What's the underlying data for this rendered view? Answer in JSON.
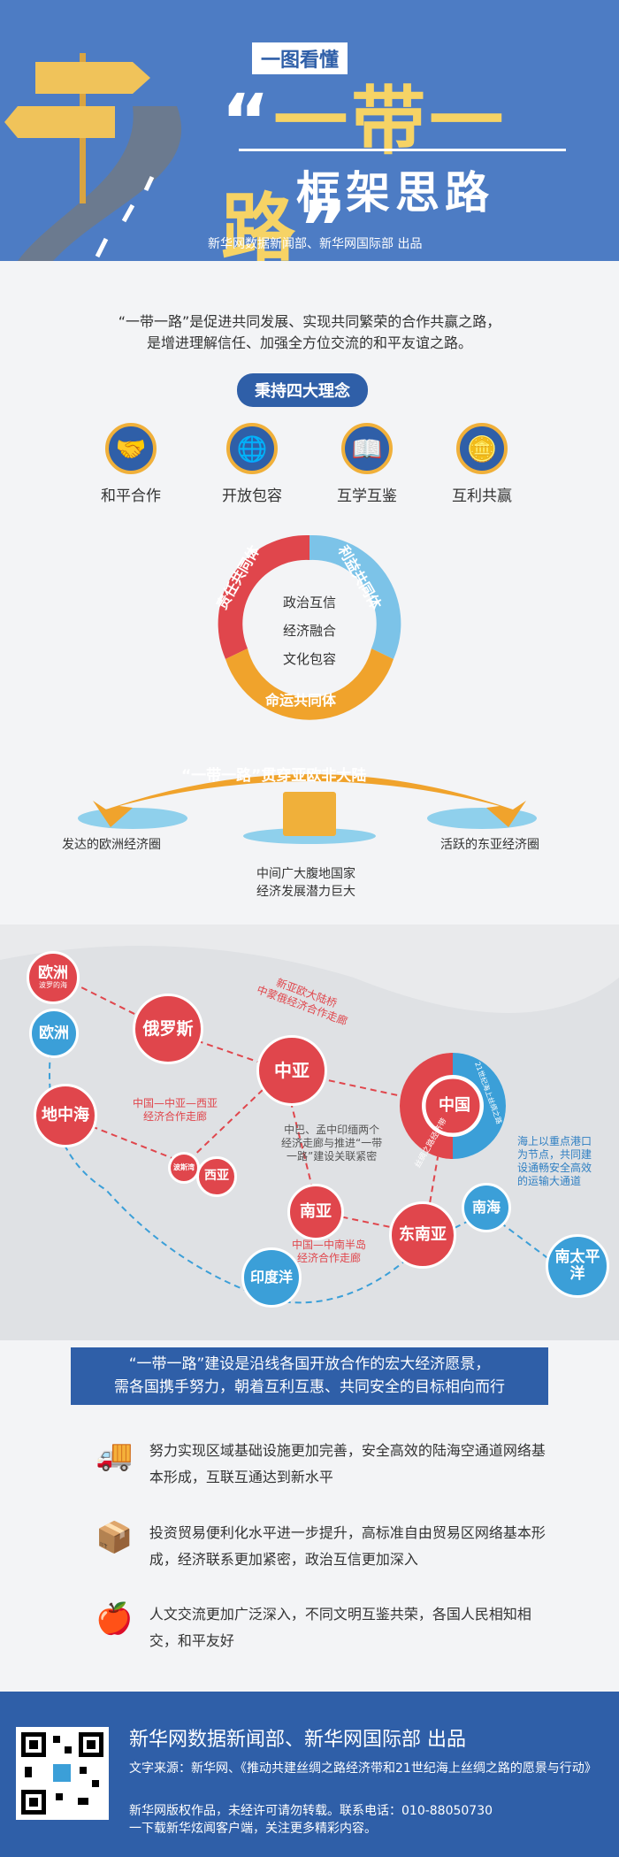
{
  "header": {
    "tag": "一图看懂",
    "title": "一带一路",
    "quote_open": "“",
    "quote_close": "”",
    "subtitle": "框架思路",
    "credit": "新华网数据新闻部、新华网国际部   出品"
  },
  "intro": {
    "line1": "“一带一路”是促进共同发展、实现共同繁荣的合作共赢之路，",
    "line2": "是增进理解信任、加强全方位交流的和平友谊之路。"
  },
  "ideas": {
    "heading": "秉持四大理念",
    "items": [
      {
        "label": "和平合作",
        "icon": "handshake-icon",
        "glyph": "🤝"
      },
      {
        "label": "开放包容",
        "icon": "globe-icon",
        "glyph": "🌐"
      },
      {
        "label": "互学互鉴",
        "icon": "book-icon",
        "glyph": "📖"
      },
      {
        "label": "互利共赢",
        "icon": "coins-icon",
        "glyph": "🪙"
      }
    ]
  },
  "ring": {
    "seg_responsibility": "责任共同体",
    "seg_interest": "利益共同体",
    "seg_destiny": "命运共同体",
    "center": [
      "政治互信",
      "经济融合",
      "文化包容"
    ],
    "colors": {
      "red": "#e0464c",
      "blue": "#7cc3e8",
      "orange": "#f0a32c"
    }
  },
  "arc": {
    "label": "“一带一路”贯穿亚欧非大陆",
    "left": "发达的欧洲经济圈",
    "right": "活跃的东亚经济圈",
    "middle_line1": "中间广大腹地国家",
    "middle_line2": "经济发展潜力巨大"
  },
  "map": {
    "nodes": {
      "europe_baltic": "欧洲",
      "europe_baltic_sub": "波罗的海",
      "russia": "俄罗斯",
      "europe": "欧洲",
      "mediterranean": "地中海",
      "central_asia": "中亚",
      "china": "中国",
      "persian_gulf": "波斯湾",
      "west_asia": "西亚",
      "south_asia": "南亚",
      "southeast_asia": "东南亚",
      "south_china_sea": "南海",
      "indian_ocean": "印度洋",
      "south_pacific": "南太平洋"
    },
    "ring_belt": "丝绸之路经济带",
    "ring_road": "21世纪海上丝绸之路",
    "label_bridge": "新亚欧大陆桥\n中蒙俄经济合作走廊",
    "label_cawa": "中国—中亚—西亚\n经济合作走廊",
    "label_cpec": "中巴、孟中印缅两个\n经济走廊与推进“一带\n一路”建设关联紧密",
    "label_cicp": "中国—中南半岛\n经济合作走廊",
    "label_sea": "海上以重点港口\n为节点，共同建\n设通畅安全高效\n的运输大通道"
  },
  "ribbon": {
    "line1": "“一带一路”建设是沿线各国开放合作的宏大经济愿景，",
    "line2": "需各国携手努力，朝着互利互惠、共同安全的目标相向而行"
  },
  "goals": [
    {
      "icon": "transport-icon",
      "glyph": "🚚",
      "text": "努力实现区域基础设施更加完善，安全高效的陆海空通道网络基本形成，互联互通达到新水平"
    },
    {
      "icon": "package-icon",
      "glyph": "📦",
      "text": "投资贸易便利化水平进一步提升，高标准自由贸易区网络基本形成，经济联系更加紧密，政治互信更加深入"
    },
    {
      "icon": "apple-books-icon",
      "glyph": "🍎",
      "text": "人文交流更加广泛深入，不同文明互鉴共荣，各国人民相知相交，和平友好"
    }
  ],
  "footer": {
    "producer": "新华网数据新闻部、新华网国际部   出品",
    "source": "文字来源：新华网、《推动共建丝绸之路经济带和21世纪海上丝绸之路的愿景与行动》",
    "copyright": "新华网版权作品，未经许可请勿转载。联系电话：010-88050730",
    "download": "一下载新华炫闻客户端，关注更多精彩内容。"
  }
}
